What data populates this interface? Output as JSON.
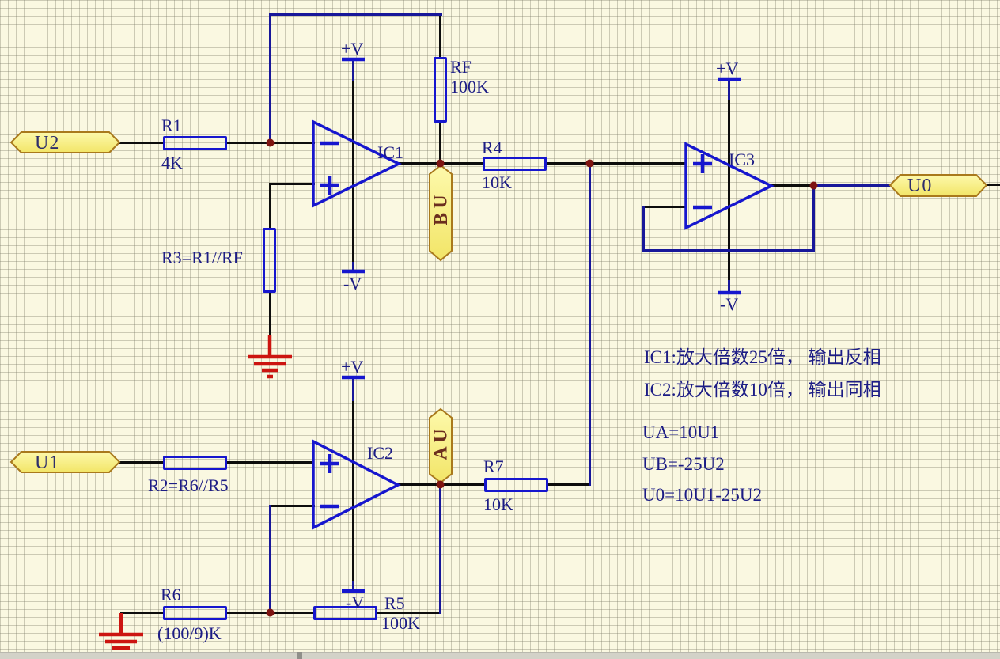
{
  "ports": {
    "u2": "U2",
    "u1": "U1",
    "u0": "U0",
    "ua": "UA",
    "ub": "UB"
  },
  "opamps": {
    "ic1": "IC1",
    "ic2": "IC2",
    "ic3": "IC3"
  },
  "power": {
    "plus": "+V",
    "minus": "-V"
  },
  "resistors": {
    "r1": {
      "name": "R1",
      "value": "4K"
    },
    "rf": {
      "name": "RF",
      "value": "100K"
    },
    "r3": {
      "name": "R3=R1//RF"
    },
    "r4": {
      "name": "R4",
      "value": "10K"
    },
    "r2": {
      "name": "R2=R6//R5"
    },
    "r7": {
      "name": "R7",
      "value": "10K"
    },
    "r6": {
      "name": "R6",
      "value": "(100/9)K"
    },
    "r5": {
      "name": "R5",
      "value": "100K"
    }
  },
  "annotations": {
    "ic1_note": "IC1:放大倍数25倍， 输出反相",
    "ic2_note": "IC2:放大倍数10倍， 输出同相",
    "eq_ua": "UA=10U1",
    "eq_ub": "UB=-25U2",
    "eq_u0": "U0=10U1-25U2"
  },
  "colors": {
    "background": "#FAF8E1",
    "component_blue": "#1616CE",
    "wire_blue": "#17179A",
    "wire_black": "#0d0d0d",
    "label_navy": "#1C1C85",
    "ground_red": "#CC1410",
    "junction_dot": "#7E1411",
    "port_fill": "#F9F183",
    "port_border": "#A9791C"
  }
}
